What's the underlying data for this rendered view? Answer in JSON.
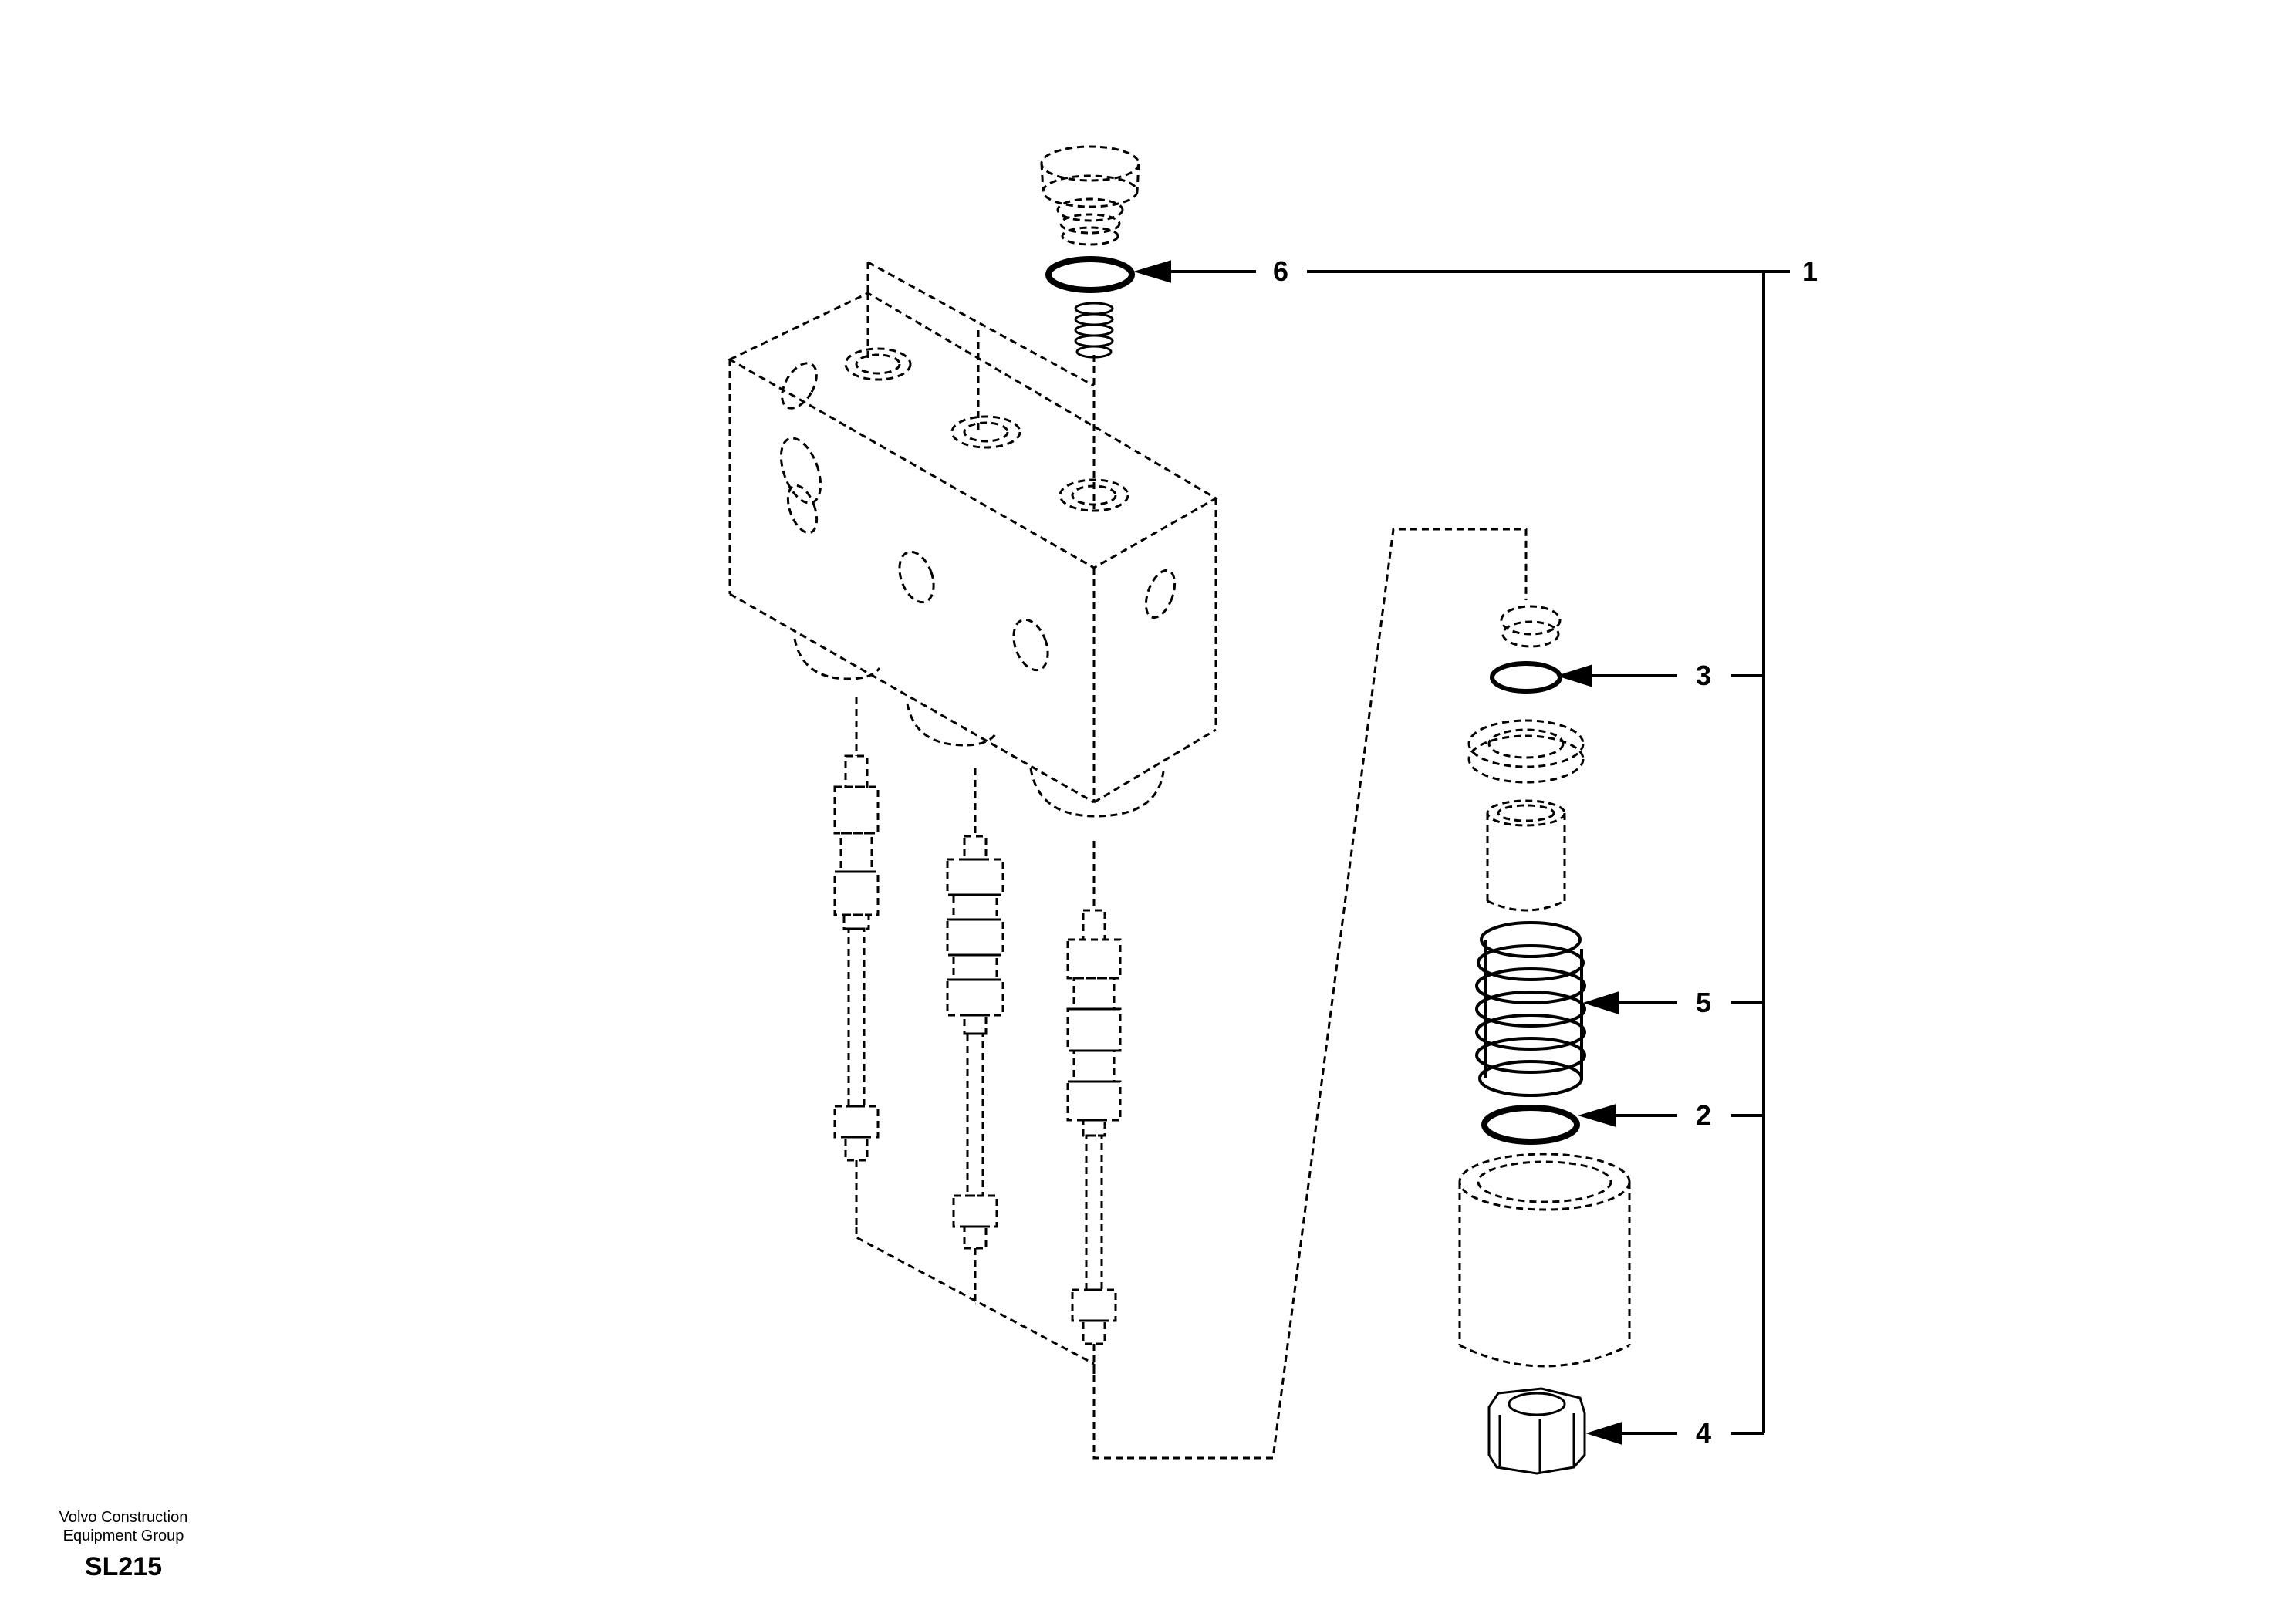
{
  "callouts": {
    "c1": "1",
    "c2": "2",
    "c3": "3",
    "c4": "4",
    "c5": "5",
    "c6": "6"
  },
  "footer": {
    "org_line1": "Volvo Construction",
    "org_line2": "Equipment Group",
    "code": "SL215"
  },
  "colors": {
    "ink": "#000000",
    "background": "#ffffff"
  }
}
